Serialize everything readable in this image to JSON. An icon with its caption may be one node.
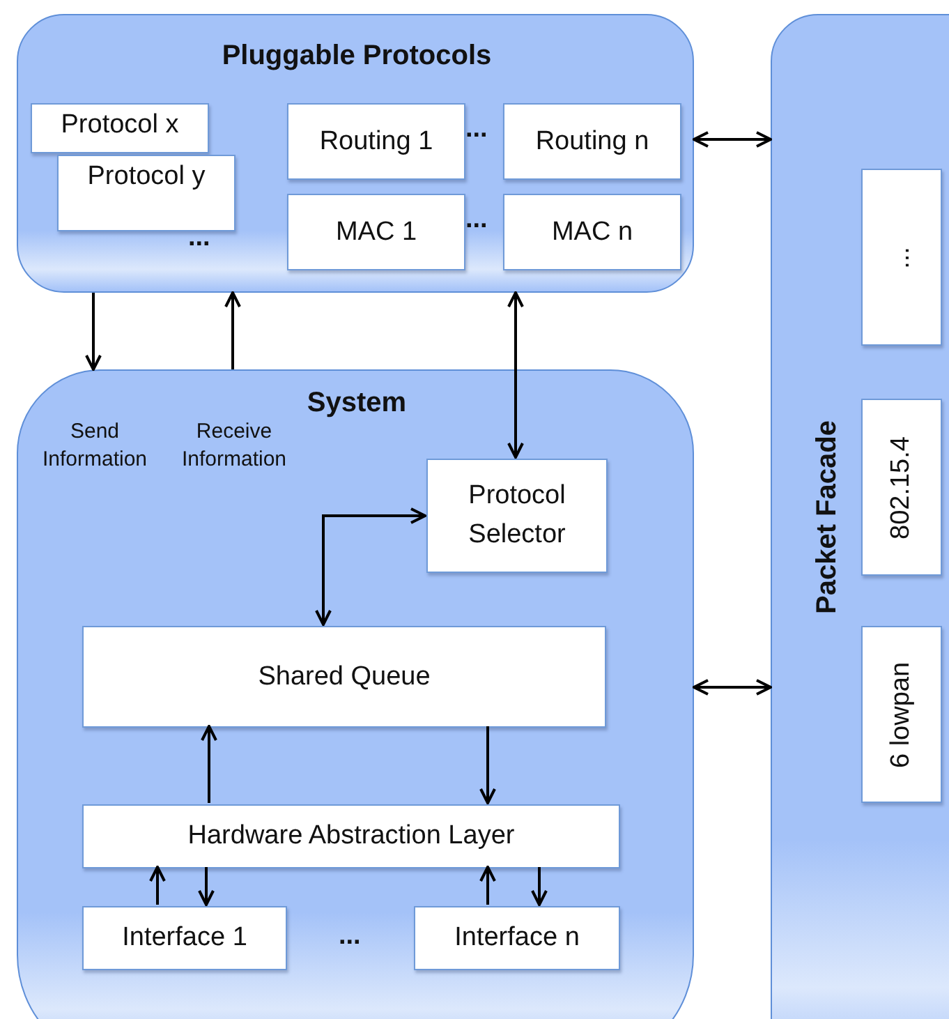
{
  "diagram": {
    "nodes": [
      {
        "text": [
          "Pluggable Protocols"
        ]
      },
      {
        "text": [
          "Protocol x"
        ],
        "in": 0
      },
      {
        "text": [
          "Protocol y"
        ],
        "in": 0
      },
      {
        "text": [
          "Routing 1"
        ],
        "in": 0
      },
      {
        "text": [
          "Routing n"
        ],
        "in": 0
      },
      {
        "text": [
          "MAC 1"
        ],
        "in": 0
      },
      {
        "text": [
          "MAC n"
        ],
        "in": 0
      },
      {
        "text": [
          "System"
        ]
      },
      {
        "text": [
          "Protocol Selector"
        ],
        "in": 7
      },
      {
        "text": [
          "Shared Queue"
        ],
        "in": 7
      },
      {
        "text": [
          "Hardware Abstraction Layer"
        ],
        "in": 7
      },
      {
        "text": [
          "Interface 1"
        ],
        "in": 7
      },
      {
        "text": [
          "Interface n"
        ],
        "in": 7
      },
      {
        "text": [
          "Packet Facade"
        ]
      },
      {
        "text": [
          "..."
        ],
        "in": 13
      },
      {
        "text": [
          "802.15.4"
        ],
        "in": 13
      },
      {
        "text": [
          "6 lowpan"
        ],
        "in": 13
      }
    ],
    "edges": [
      {
        "from": 0,
        "to": 13,
        "arrow": "both"
      },
      {
        "from": 0,
        "to": 7,
        "arrow": "to"
      },
      {
        "from": 7,
        "to": 0,
        "arrow": "to"
      },
      {
        "from": 0,
        "to": 8,
        "arrow": "both"
      },
      {
        "from": 8,
        "to": 9,
        "arrow": "both"
      },
      {
        "from": 10,
        "to": 9,
        "arrow": "to"
      },
      {
        "from": 9,
        "to": 10,
        "arrow": "to"
      },
      {
        "from": 11,
        "to": 10,
        "arrow": "to"
      },
      {
        "from": 10,
        "to": 11,
        "arrow": "to"
      },
      {
        "from": 12,
        "to": 10,
        "arrow": "to"
      },
      {
        "from": 10,
        "to": 12,
        "arrow": "to"
      },
      {
        "from": 7,
        "to": 13,
        "arrow": "both"
      }
    ],
    "labels": [
      "...",
      "...",
      "...",
      "Send Information",
      "Receive Information",
      "..."
    ]
  }
}
